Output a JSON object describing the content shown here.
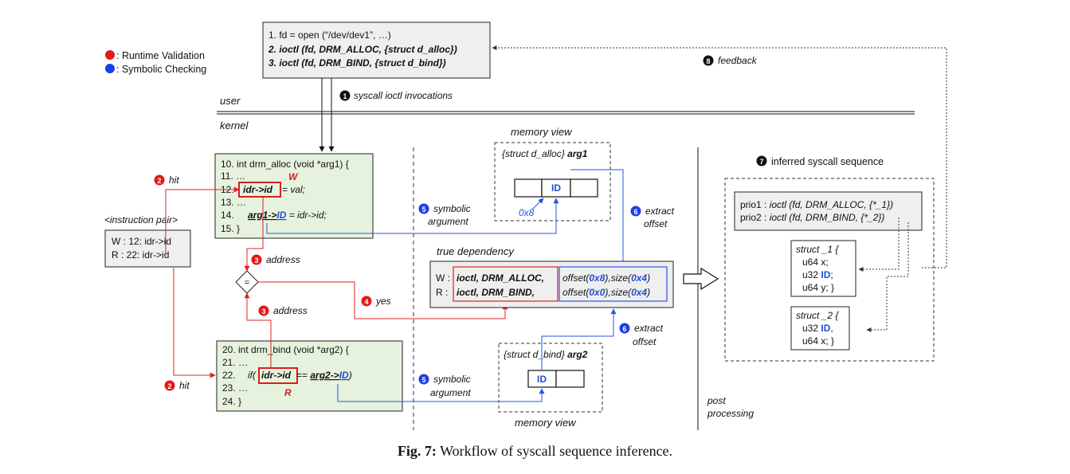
{
  "legend": {
    "red_label": ": Runtime Validation",
    "blue_label": ": Symbolic Checking",
    "red_color": "#e81818",
    "blue_color": "#1c3ee8"
  },
  "user_box": {
    "line1": "1. fd = open (“/dev/dev1”, …)",
    "line2": "2. ioctl (fd, DRM_ALLOC, {struct d_alloc})",
    "line3": "3. ioctl (fd, DRM_BIND, {struct d_bind})"
  },
  "regions": {
    "user": "user",
    "kernel": "kernel",
    "post": "post",
    "processing": "processing"
  },
  "steps": {
    "s1": {
      "num": "1",
      "label": "syscall ioctl invocations"
    },
    "s2a": {
      "num": "2",
      "label": "hit"
    },
    "s2b": {
      "num": "2",
      "label": "hit"
    },
    "s3a": {
      "num": "3",
      "label": "address"
    },
    "s3b": {
      "num": "3",
      "label": "address"
    },
    "s4": {
      "num": "4",
      "label": "yes"
    },
    "s5a": {
      "num": "5",
      "label1": "symbolic",
      "label2": "argument"
    },
    "s5b": {
      "num": "5",
      "label1": "symbolic",
      "label2": "argument"
    },
    "s6a": {
      "num": "6",
      "label1": "extract",
      "label2": "offset"
    },
    "s6b": {
      "num": "6",
      "label1": "extract",
      "label2": "offset"
    },
    "s7": {
      "num": "7",
      "label": "inferred syscall sequence"
    },
    "s8": {
      "num": "8",
      "label": "feedback"
    }
  },
  "alloc_box": {
    "l10": "10. int drm_alloc (void *arg1) {",
    "l11": "11.      …",
    "l12_num": "12.",
    "l12_hl": "idr->id",
    "l12_rest": "= val;",
    "l13": "13.      …",
    "l14_num": "14.",
    "l14_arg": "arg1->",
    "l14_id": "ID",
    "l14_rest": " = idr->id;",
    "l15": "15. }",
    "w_marker": "W"
  },
  "bind_box": {
    "l20": "20. int drm_bind (void *arg2) {",
    "l21": "21.      …",
    "l22_num": "22.",
    "l22_if": "if(",
    "l22_hl": "idr->id",
    "l22_eq": " == ",
    "l22_arg": "arg2->",
    "l22_id": "ID",
    "l22_close": ")",
    "l23": "23.      …",
    "l24": "24. }",
    "r_marker": "R"
  },
  "instr_pair": {
    "title": "<instruction pair>",
    "w_line": "W : 12: idr->id",
    "r_line": "R :  22: idr->id"
  },
  "compare_symbol": "=",
  "mem_view_top": {
    "title": "memory view",
    "struct_label": "{struct d_alloc}",
    "arg": "arg1",
    "cell": "ID",
    "offset": "0x8"
  },
  "mem_view_bottom": {
    "title": "memory view",
    "struct_label": "{struct d_bind}",
    "arg": "arg2",
    "cell": "ID"
  },
  "true_dep": {
    "title": "true dependency",
    "w_prefix": "W :",
    "w_call": "ioctl, DRM_ALLOC,",
    "r_prefix": "R :",
    "r_call": "ioctl, DRM_BIND,",
    "w_off_pre": "offset(",
    "w_off_val": "0x8",
    "w_size_pre": "),size(",
    "w_size_val": "0x4",
    "w_close": ")",
    "r_off_pre": "offset(",
    "r_off_val": "0x0",
    "r_size_pre": "),size(",
    "r_size_val": "0x4",
    "r_close": ")"
  },
  "inferred": {
    "prio1_pre": "prio1 : ",
    "prio1_call": "ioctl (fd, DRM_ALLOC, {*_1})",
    "prio2_pre": "prio2 : ",
    "prio2_call": "ioctl (fd, DRM_BIND, {*_2})",
    "s1_title": "struct _1 {",
    "s1_f1": "u64 x;",
    "s1_f2_type": "u32 ",
    "s1_f2_id": "ID",
    "s1_f2_end": ";",
    "s1_f3": "u64 y; }",
    "s2_title": "struct _2 {",
    "s2_f1_type": "u32 ",
    "s2_f1_id": "ID",
    "s2_f1_end": ",",
    "s2_f2": "u64 x; }"
  },
  "caption": {
    "fig": "Fig. 7:",
    "text": " Workflow of syscall sequence inference."
  }
}
